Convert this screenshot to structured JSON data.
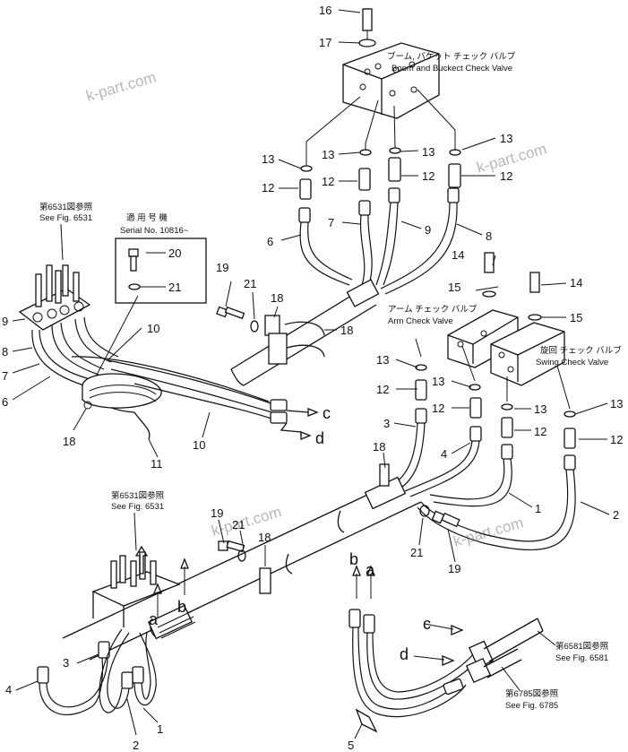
{
  "watermarks": [
    "k-part.com",
    "k-part.com",
    "k-part.com",
    "k-part.com"
  ],
  "labels": {
    "boom_valve_jp": "ブーム, バケット チェック バルブ",
    "boom_valve_en": "Boom and Buckect Check Valve",
    "arm_valve_jp": "アーム チェック バルブ",
    "arm_valve_en": "Arm Check Valve",
    "swing_valve_jp": "旋回 チェック バルブ",
    "swing_valve_en": "Swing Check Valve",
    "serial_jp": "適 用 号 機",
    "serial_en": "Serial No. 10816~",
    "ref1_jp": "第6531図参照",
    "ref1_en": "See Fig. 6531",
    "ref2_jp": "第6531図参照",
    "ref2_en": "See Fig. 6531",
    "ref3_jp": "第6581図参照",
    "ref3_en": "See Fig. 6581",
    "ref4_jp": "第6785図参照",
    "ref4_en": "See Fig. 6785"
  },
  "callouts": {
    "c16": "16",
    "c17": "17",
    "c13a": "13",
    "c13b": "13",
    "c13c": "13",
    "c13d": "13",
    "c12a": "12",
    "c12b": "12",
    "c12c": "12",
    "c12d": "12",
    "c6": "6",
    "c7": "7",
    "c9": "9",
    "c8": "8",
    "c20": "20",
    "c21a": "21",
    "c14a": "14",
    "c15a": "15",
    "c14b": "14",
    "c15b": "15",
    "c19a": "19",
    "c21b": "21",
    "c18a": "18",
    "c18b": "18",
    "c10a": "10",
    "c10b": "10",
    "l9": "9",
    "l8": "8",
    "l7": "7",
    "l6": "6",
    "c18c": "18",
    "c11": "11",
    "c13e": "13",
    "c12e": "12",
    "c13f": "13",
    "c12f": "12",
    "c13g": "13",
    "c12g": "12",
    "c13h": "13",
    "c12h": "12",
    "c3a": "3",
    "c4a": "4",
    "c1a": "1",
    "c2a": "2",
    "c18d": "18",
    "c21c": "21",
    "c19b": "19",
    "c19c": "19",
    "c21d": "21",
    "c18e": "18",
    "c3b": "3",
    "c4b": "4",
    "c2b": "2",
    "c1b": "1",
    "c5": "5",
    "ltr_c": "c",
    "ltr_d": "d",
    "ltr_a": "a",
    "ltr_b": "b",
    "ltr_b2": "b",
    "ltr_a2": "a",
    "ltr_c2": "c",
    "ltr_d2": "d"
  }
}
